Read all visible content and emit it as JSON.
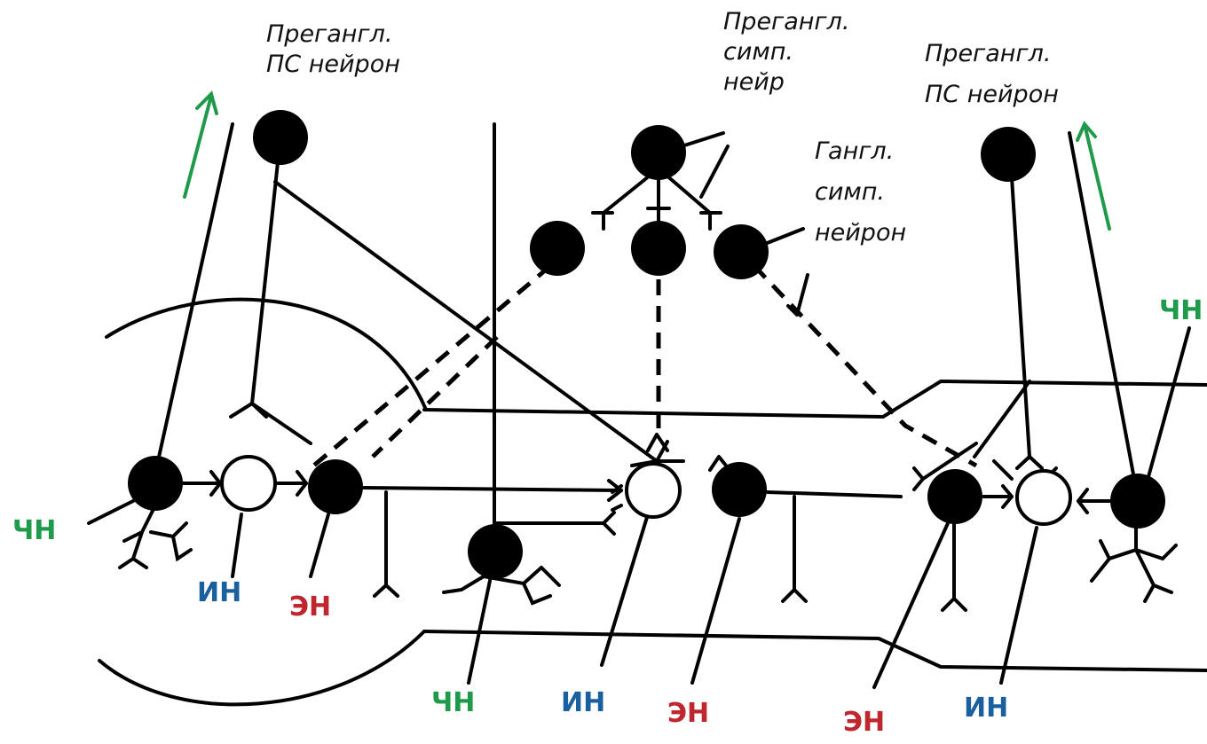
{
  "labels": {
    "pregangl_ps_left": {
      "line1": "Прегангл.",
      "line2": "ПС нейрон"
    },
    "pregangl_symp": {
      "line1": "Прегангл.",
      "line2": "симп.",
      "line3": "нейр"
    },
    "gangl_symp": {
      "line1": "Гангл.",
      "line2": "симп.",
      "line3": "нейрон"
    },
    "pregangl_ps_right": {
      "line1": "Прегангл.",
      "line2": "ПС нейрон"
    }
  },
  "tags": {
    "chn_left": "ЧН",
    "in_left": "ИН",
    "en_left": "ЭН",
    "chn_bottom": "ЧН",
    "in_bottom": "ИН",
    "en_bottom": "ЭН",
    "en_bottom_right": "ЭН",
    "in_bottom_right": "ИН",
    "chn_right": "ЧН"
  },
  "colors": {
    "sensory": "#1f9a4a",
    "inter": "#1a5f9e",
    "effector": "#c0262e",
    "ink": "#000000"
  }
}
